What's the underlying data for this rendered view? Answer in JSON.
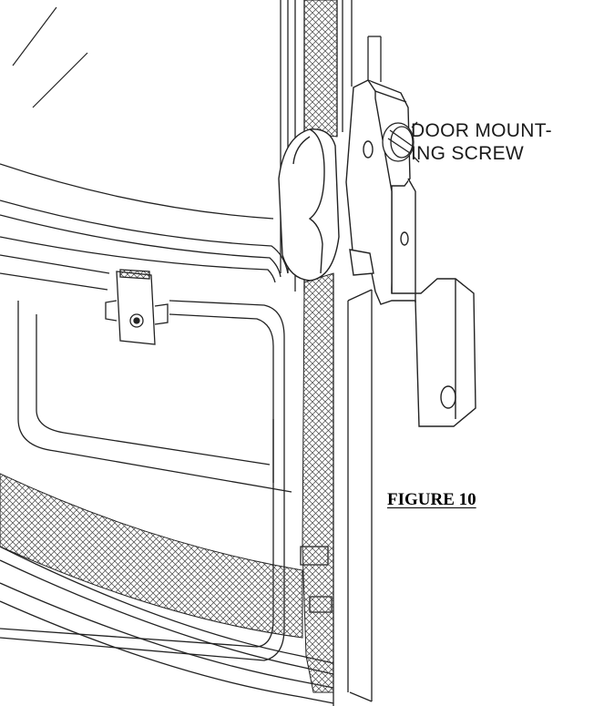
{
  "labels": {
    "callout_line1": "DOOR MOUNT-",
    "callout_line2": "ING SCREW",
    "figure_caption": "FIGURE 10"
  },
  "parts": [
    {
      "id": "door-glass",
      "icon": "glass-panel-icon"
    },
    {
      "id": "door-frame",
      "icon": "door-frame-icon"
    },
    {
      "id": "door-gasket",
      "icon": "gasket-icon"
    },
    {
      "id": "glass-clip",
      "icon": "clip-icon"
    },
    {
      "id": "door-hinge-hook",
      "icon": "hinge-hook-icon"
    },
    {
      "id": "hinge-bracket",
      "icon": "bracket-icon"
    },
    {
      "id": "door-mounting-screw",
      "icon": "screw-icon"
    }
  ],
  "colors": {
    "line": "#222222",
    "background": "#ffffff"
  }
}
